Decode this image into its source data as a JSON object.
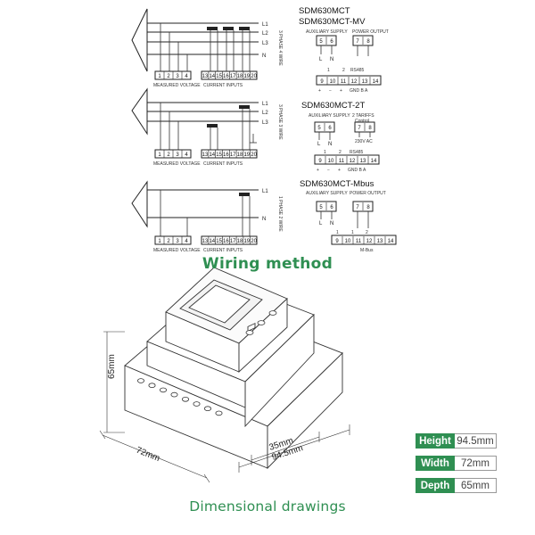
{
  "models": [
    "SDM630MCT",
    "SDM630MCT-MV",
    "SDM630MCT-2T",
    "SDM630MCT-Mbus"
  ],
  "wiring_title": "Wiring method",
  "dimension_title": "Dimensional drawings",
  "labels": {
    "measured_voltage": "MEASURED VOLTAGE",
    "current_inputs": "CURRENT INPUTS",
    "aux_supply": "AUXILIARY SUPPLY",
    "power_output": "POWER OUTPUT",
    "two_tariffs": "2 TARIFFS",
    "control": "Control",
    "rs485": "RS485",
    "mbus": "M-Bus",
    "gnd_b_a": "GND B  A",
    "v230ac": "230V AC",
    "L": "L",
    "N": "N",
    "sys_3p4w": "3 PHASE 4 WIRE",
    "sys_3p3w": "3 PHASE 3 WIRE",
    "sys_1p2w": "1 PHASE 2 WIRE"
  },
  "lines": {
    "d1": [
      "L1",
      "L2",
      "L3",
      "N"
    ],
    "d2": [
      "L1",
      "L2",
      "L3"
    ],
    "d3": [
      "L1",
      "N"
    ]
  },
  "terminals": {
    "volt4": [
      "1",
      "2",
      "3",
      "4"
    ],
    "volt3": [
      "1",
      "2",
      "4"
    ],
    "curr": [
      "13",
      "14",
      "15",
      "16",
      "17",
      "18",
      "19",
      "20"
    ],
    "aux": [
      "5",
      "6"
    ],
    "pout": [
      "7",
      "8"
    ],
    "pulse_nums": [
      "1",
      "2"
    ],
    "rs485_row": [
      "9",
      "10",
      "11",
      "12",
      "13",
      "14"
    ],
    "gt_row": [
      "+",
      "−",
      "+"
    ],
    "mbus_row": [
      "9",
      "10",
      "11",
      "12",
      "13",
      "14"
    ]
  },
  "dimensions": {
    "height": "65mm",
    "width": "72mm",
    "depth_front": "35mm",
    "depth_total": "94.5mm"
  },
  "specs": [
    {
      "label": "Height",
      "value": "94.5mm"
    },
    {
      "label": "Width",
      "value": "72mm"
    },
    {
      "label": "Depth",
      "value": "65mm"
    }
  ]
}
